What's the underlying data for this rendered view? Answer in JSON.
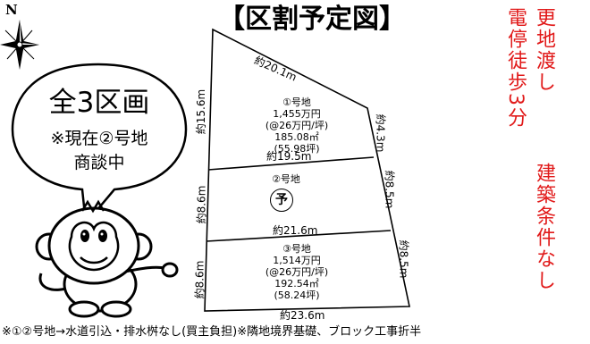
{
  "title": "【区割予定図】",
  "compass": {
    "north_letter": "N"
  },
  "bubble": {
    "main": "全3区画",
    "sub_line1": "※現在②号地",
    "sub_line2": "商談中"
  },
  "notes": {
    "column1": "電停徒歩3分",
    "column2": "更地渡し",
    "column3": "建築条件なし",
    "color": "#e11a1a"
  },
  "lots": {
    "lot1": {
      "label": "①号地",
      "price": "1,455万円",
      "unit_price": "(@26万円/坪)",
      "area_m2": "185.08㎡",
      "area_tsubo": "(55.98坪)"
    },
    "lot2": {
      "label": "②号地",
      "reserved_mark": "予"
    },
    "lot3": {
      "label": "③号地",
      "price": "1,514万円",
      "unit_price": "(@26万円/坪)",
      "area_m2": "192.54㎡",
      "area_tsubo": "(58.24坪)"
    }
  },
  "dimensions": {
    "top_edge": "約20.1m",
    "left_lot1": "約15.6m",
    "right_lot1": "約4.3m",
    "boundary_1_2": "約19.5m",
    "left_lot2": "約8.6m",
    "right_lot2": "約8.5m",
    "boundary_2_3": "約21.6m",
    "left_lot3": "約8.6m",
    "right_lot3": "約8.5m",
    "bottom_edge": "約23.6m"
  },
  "footer": "※①②号地→水道引込・排水桝なし(買主負担)※隣地境界基礎、ブロック工事折半"
}
